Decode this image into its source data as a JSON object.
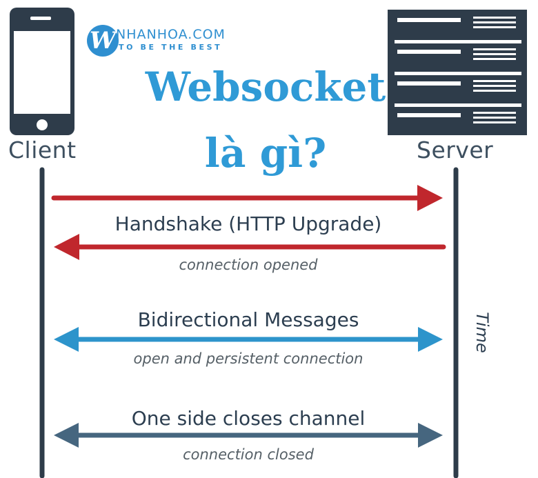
{
  "brand": {
    "logo_letter": "W",
    "name": "NHANHOA.COM",
    "tagline": "TO BE THE BEST"
  },
  "title": {
    "line1": "Websocket",
    "line2": "là gì?"
  },
  "actors": {
    "client": "Client",
    "server": "Server"
  },
  "messages": [
    {
      "label": "Handshake (HTTP Upgrade)",
      "sub": ""
    },
    {
      "label": "",
      "sub": "connection opened"
    },
    {
      "label": "Bidirectional Messages",
      "sub": "open and persistent connection"
    },
    {
      "label": "One side closes channel",
      "sub": "connection closed"
    }
  ],
  "time_label": "Time",
  "colors": {
    "handshake": "#c0272d",
    "bidirectional": "#2d94cb",
    "close": "#46667f",
    "lifeline": "#2e3c4a",
    "title": "#2f9ad6"
  },
  "icons": {
    "client": "smartphone-icon",
    "server": "server-rack-icon",
    "brand": "w-logo-icon"
  }
}
